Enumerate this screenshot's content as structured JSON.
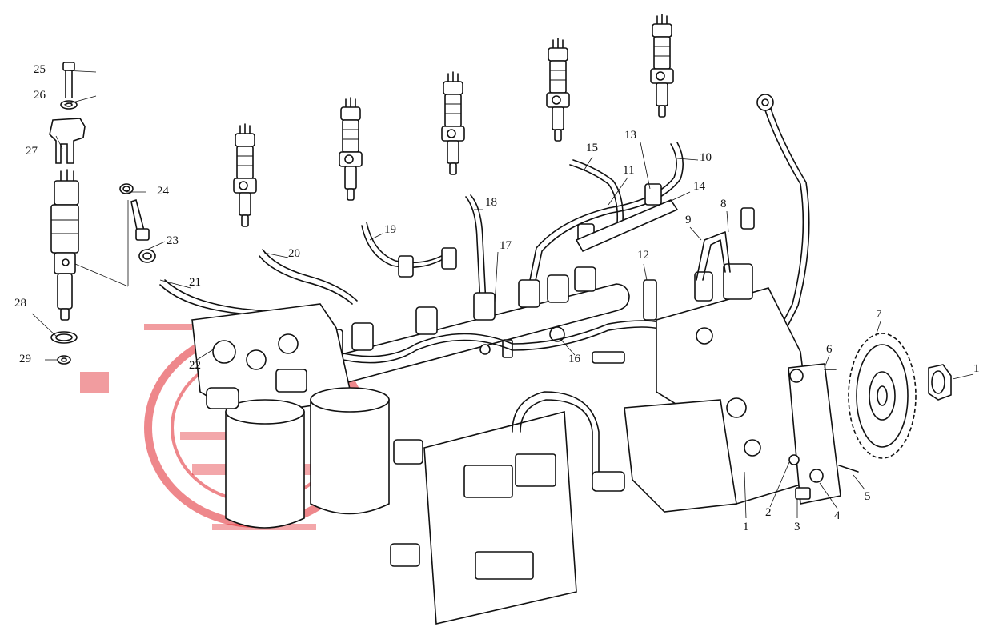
{
  "diagram": {
    "colors": {
      "line": "#111111",
      "background": "#ffffff",
      "stamp": "#e0242b"
    },
    "callouts": [
      {
        "id": "c1a",
        "label": "1"
      },
      {
        "id": "c1b",
        "label": "1"
      },
      {
        "id": "c2",
        "label": "2"
      },
      {
        "id": "c3",
        "label": "3"
      },
      {
        "id": "c4",
        "label": "4"
      },
      {
        "id": "c5",
        "label": "5"
      },
      {
        "id": "c6",
        "label": "6"
      },
      {
        "id": "c7",
        "label": "7"
      },
      {
        "id": "c8",
        "label": "8"
      },
      {
        "id": "c9",
        "label": "9"
      },
      {
        "id": "c10",
        "label": "10"
      },
      {
        "id": "c11",
        "label": "11"
      },
      {
        "id": "c12",
        "label": "12"
      },
      {
        "id": "c13",
        "label": "13"
      },
      {
        "id": "c14",
        "label": "14"
      },
      {
        "id": "c15",
        "label": "15"
      },
      {
        "id": "c16",
        "label": "16"
      },
      {
        "id": "c17",
        "label": "17"
      },
      {
        "id": "c18",
        "label": "18"
      },
      {
        "id": "c19",
        "label": "19"
      },
      {
        "id": "c20",
        "label": "20"
      },
      {
        "id": "c21",
        "label": "21"
      },
      {
        "id": "c22",
        "label": "22"
      },
      {
        "id": "c23",
        "label": "23"
      },
      {
        "id": "c24",
        "label": "24"
      },
      {
        "id": "c25",
        "label": "25"
      },
      {
        "id": "c26",
        "label": "26"
      },
      {
        "id": "c27",
        "label": "27"
      },
      {
        "id": "c28",
        "label": "28"
      },
      {
        "id": "c29",
        "label": "29"
      }
    ]
  }
}
